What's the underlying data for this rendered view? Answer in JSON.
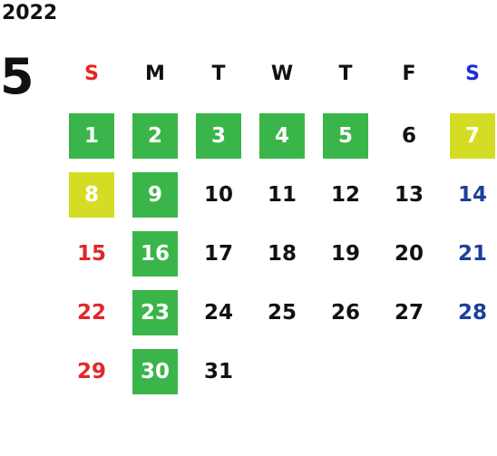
{
  "year": "2022",
  "month": "5",
  "weekdays": [
    {
      "label": "S",
      "color": "#e8231f"
    },
    {
      "label": "M",
      "color": "#111111"
    },
    {
      "label": "T",
      "color": "#111111"
    },
    {
      "label": "W",
      "color": "#111111"
    },
    {
      "label": "T",
      "color": "#111111"
    },
    {
      "label": "F",
      "color": "#111111"
    },
    {
      "label": "S",
      "color": "#1a2fd6"
    }
  ],
  "colors": {
    "sunday": "#e0282a",
    "saturday": "#1d3f9a",
    "weekday": "#111111",
    "green_fill": "#3ab54a",
    "yellow_fill": "#d4dd24",
    "highlight_text": "#ffffff"
  },
  "days": [
    {
      "day": "1",
      "weekday": 0,
      "week": 0,
      "highlight": "green"
    },
    {
      "day": "2",
      "weekday": 1,
      "week": 0,
      "highlight": "green"
    },
    {
      "day": "3",
      "weekday": 2,
      "week": 0,
      "highlight": "green"
    },
    {
      "day": "4",
      "weekday": 3,
      "week": 0,
      "highlight": "green"
    },
    {
      "day": "5",
      "weekday": 4,
      "week": 0,
      "highlight": "green"
    },
    {
      "day": "6",
      "weekday": 5,
      "week": 0,
      "highlight": "none"
    },
    {
      "day": "7",
      "weekday": 6,
      "week": 0,
      "highlight": "yellow"
    },
    {
      "day": "8",
      "weekday": 0,
      "week": 1,
      "highlight": "yellow"
    },
    {
      "day": "9",
      "weekday": 1,
      "week": 1,
      "highlight": "green"
    },
    {
      "day": "10",
      "weekday": 2,
      "week": 1,
      "highlight": "none"
    },
    {
      "day": "11",
      "weekday": 3,
      "week": 1,
      "highlight": "none"
    },
    {
      "day": "12",
      "weekday": 4,
      "week": 1,
      "highlight": "none"
    },
    {
      "day": "13",
      "weekday": 5,
      "week": 1,
      "highlight": "none"
    },
    {
      "day": "14",
      "weekday": 6,
      "week": 1,
      "highlight": "none"
    },
    {
      "day": "15",
      "weekday": 0,
      "week": 2,
      "highlight": "none"
    },
    {
      "day": "16",
      "weekday": 1,
      "week": 2,
      "highlight": "green"
    },
    {
      "day": "17",
      "weekday": 2,
      "week": 2,
      "highlight": "none"
    },
    {
      "day": "18",
      "weekday": 3,
      "week": 2,
      "highlight": "none"
    },
    {
      "day": "19",
      "weekday": 4,
      "week": 2,
      "highlight": "none"
    },
    {
      "day": "20",
      "weekday": 5,
      "week": 2,
      "highlight": "none"
    },
    {
      "day": "21",
      "weekday": 6,
      "week": 2,
      "highlight": "none"
    },
    {
      "day": "22",
      "weekday": 0,
      "week": 3,
      "highlight": "none"
    },
    {
      "day": "23",
      "weekday": 1,
      "week": 3,
      "highlight": "green"
    },
    {
      "day": "24",
      "weekday": 2,
      "week": 3,
      "highlight": "none"
    },
    {
      "day": "25",
      "weekday": 3,
      "week": 3,
      "highlight": "none"
    },
    {
      "day": "26",
      "weekday": 4,
      "week": 3,
      "highlight": "none"
    },
    {
      "day": "27",
      "weekday": 5,
      "week": 3,
      "highlight": "none"
    },
    {
      "day": "28",
      "weekday": 6,
      "week": 3,
      "highlight": "none"
    },
    {
      "day": "29",
      "weekday": 0,
      "week": 4,
      "highlight": "none"
    },
    {
      "day": "30",
      "weekday": 1,
      "week": 4,
      "highlight": "green"
    },
    {
      "day": "31",
      "weekday": 2,
      "week": 4,
      "highlight": "none"
    }
  ]
}
